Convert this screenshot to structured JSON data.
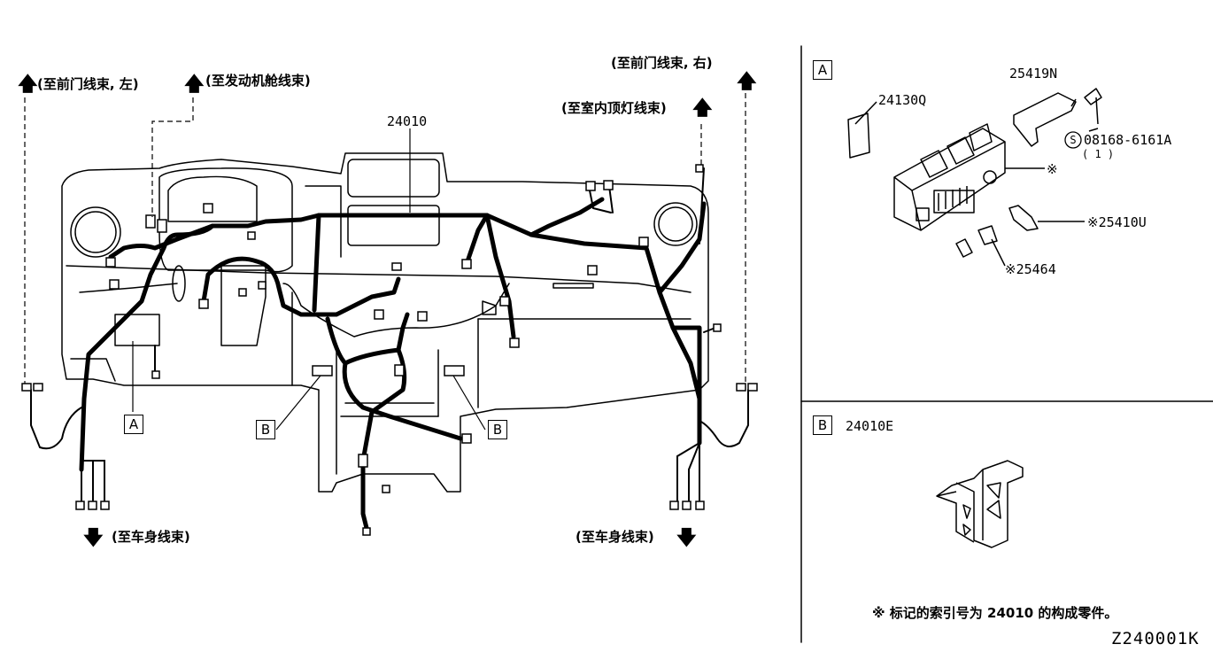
{
  "main": {
    "main_part": "24010",
    "destinations": {
      "front_door_left": "(至前门线束, 左)",
      "engine_room": "(至发动机舱线束)",
      "front_door_right": "(至前门线束, 右)",
      "room_lamp": "(至室内顶灯线束)",
      "body_left": "(至车身线束)",
      "body_right": "(至车身线束)"
    },
    "callouts": {
      "a": "A",
      "b_left": "B",
      "b_right": "B"
    }
  },
  "detail_a": {
    "tag": "A",
    "parts": {
      "p1": "24130Q",
      "p2": "25419N",
      "p3": "08168-6161A",
      "p3_qty": "( 1 )",
      "p3_symbol": "S",
      "p4": "※",
      "p5": "※25410U",
      "p6": "※25464"
    }
  },
  "detail_b": {
    "tag": "B",
    "part": "24010E"
  },
  "footnote": "※ 标记的索引号为 24010  的构成零件。",
  "diagram_code": "Z240001K"
}
